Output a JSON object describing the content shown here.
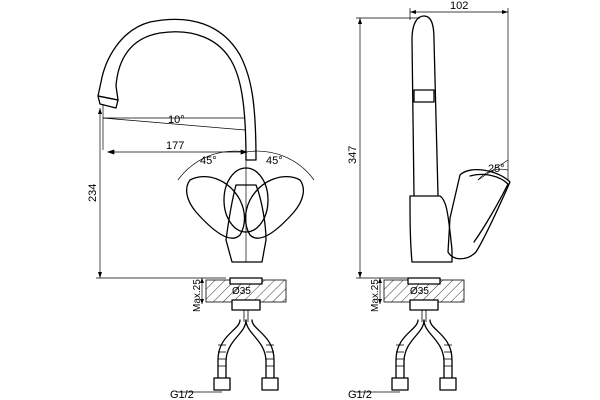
{
  "front_view": {
    "spout_angle": "10°",
    "spout_reach": "177",
    "left_handle_angle": "45°",
    "right_handle_angle": "45°",
    "spout_height": "234",
    "counter_max": "Max.25",
    "hole_diameter": "Ø35",
    "thread": "G1/2"
  },
  "side_view": {
    "depth": "102",
    "total_height": "347",
    "lever_angle": "25°",
    "counter_max": "Max.25",
    "hole_diameter": "Ø35",
    "thread": "G1/2"
  }
}
